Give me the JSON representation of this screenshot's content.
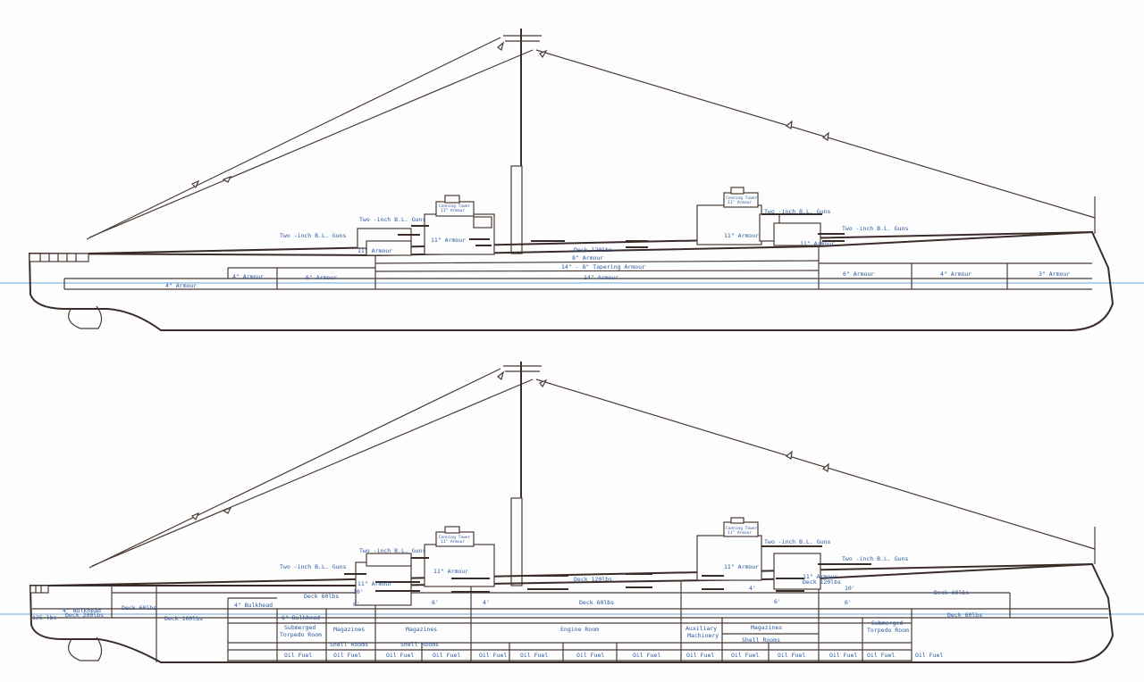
{
  "colors": {
    "line": "#4a3a35",
    "label": "#2a5aa0",
    "waterline": "#6aa5d8",
    "background": "#fdfdfd"
  },
  "top_profile": {
    "gun_label_fwd_upper": "Two  -inch B.L. Guns",
    "gun_label_fwd_lower": "Two  -inch B.L. Guns",
    "gun_label_aft_upper": "Two  -inch B.L. Guns",
    "gun_label_aft_lower": "Two  -inch B.L. Guns",
    "conning_tower_fwd": [
      "Conning Tower",
      "11\" Armour"
    ],
    "conning_tower_aft": [
      "Conning Tower",
      "11\" Armour"
    ],
    "barbette_fwd_1": "11\" Armour",
    "barbette_fwd_2": "11\" Armour",
    "barbette_aft_1": "11\" Armour",
    "barbette_aft_2": "11\" Armour",
    "deck": "Deck 120lbs",
    "belt_upper": "8\" Armour",
    "belt_tapering": "14\" - 8\" Tapering Armour",
    "belt_main": "14\" Armour",
    "fwd_4in_lower": "4\" Armour",
    "fwd_4in_upper": "4\" Armour",
    "fwd_6in": "6\" Armour",
    "aft_6in": "6\" Armour",
    "aft_4in": "4\" Armour",
    "aft_3in": "3\" Armour"
  },
  "bottom_profile": {
    "gun_label_fwd_upper": "Two  -inch B.L. Guns",
    "gun_label_fwd_lower": "Two  -inch B.L. Guns",
    "gun_label_aft_upper": "Two  -inch B.L. Guns",
    "gun_label_aft_lower": "Two  -inch B.L. Guns",
    "conning_tower_fwd": [
      "Conning Tower",
      "11\" Armour"
    ],
    "conning_tower_aft": [
      "Conning Tower",
      "11\" Armour"
    ],
    "barbette_fwd_1": "11\" Armour",
    "barbette_fwd_2": "11\" Armour",
    "barbette_aft_1": "11\" Armour",
    "barbette_aft_2": "11\" Armour",
    "bulkhead_4in_bow": "4\" Bulkhead",
    "deck_200_bow": "Deck 200lbs",
    "weight_125": "125 lbs",
    "deck_60_fwd": "Deck 60lbs",
    "deck_100_fwd": "Deck 100lbs",
    "bulkhead_4in_fwd": "4\" Bulkhead",
    "bulkhead_6in_fwd": "6\" Bulkhead",
    "deck_60_mid": "Deck 60lbs",
    "deck_120_mid": "Deck 120lbs",
    "deck_60_engine": "Deck 60lbs",
    "deck_120_aft": "Deck 120lbs",
    "deck_60_aft_upper": "Deck 60lbs",
    "deck_60_aft_lower": "Deck 60lbs",
    "sub_torp_fwd": [
      "Submerged",
      "Torpedo Room"
    ],
    "magazines_fwd_1": "Magazines",
    "magazines_fwd_2": "Magazines",
    "shell_rooms_fwd_1": "Shell Rooms",
    "shell_rooms_fwd_2": "Shell Rooms",
    "engine_room": "Engine Room",
    "aux_machinery": [
      "Auxiliary",
      "Machinery"
    ],
    "magazines_aft": "Magazines",
    "shell_rooms_aft": "Shell Rooms",
    "sub_torp_aft": [
      "Submerged",
      "Torpedo Room"
    ],
    "oil_fuel": [
      "Oil Fuel",
      "Oil Fuel",
      "Oil Fuel",
      "Oil Fuel",
      "Oil Fuel",
      "Oil Fuel",
      "Oil Fuel",
      "Oil Fuel",
      "Oil Fuel",
      "Oil Fuel",
      "Oil Fuel",
      "Oil Fuel",
      "Oil Fuel",
      "Oil Fuel"
    ],
    "plate_10_fwd": "10'",
    "plate_6_fwd_1": "6'",
    "plate_6_fwd_2": "6'",
    "plate_4_mid": "4'",
    "plate_4_aft": "4'",
    "plate_6_aft_1": "6'",
    "plate_6_aft_2": "6'",
    "plate_10_aft": "10'"
  }
}
